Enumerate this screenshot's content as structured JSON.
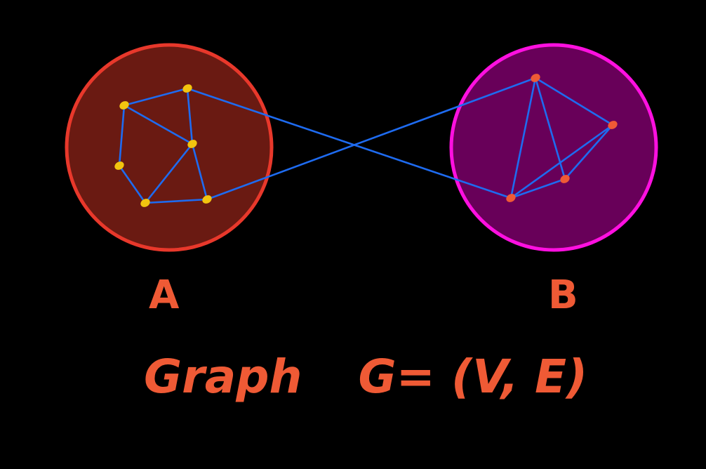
{
  "colors": {
    "background": "#000000",
    "set_a_fill": "#6a1a12",
    "set_a_stroke": "#e8382b",
    "set_b_fill": "#680059",
    "set_b_stroke": "#ff10e0",
    "edge": "#1e6bf0",
    "vertex_a": "#f2c40f",
    "vertex_b": "#ef5a35",
    "text": "#ef5a35"
  },
  "labels": {
    "set_a": "A",
    "set_b": "B",
    "caption_word": "Graph",
    "caption_formula": "G= (V, E)"
  },
  "diagram": {
    "sets": [
      {
        "id": "A",
        "vertices": [
          "a1",
          "a2",
          "a3",
          "a4",
          "a5",
          "a6"
        ]
      },
      {
        "id": "B",
        "vertices": [
          "b1",
          "b2",
          "b3",
          "b4"
        ]
      }
    ],
    "edges": [
      [
        "a1",
        "a2"
      ],
      [
        "a2",
        "a3"
      ],
      [
        "a1",
        "a3"
      ],
      [
        "a1",
        "a4"
      ],
      [
        "a4",
        "a5"
      ],
      [
        "a5",
        "a3"
      ],
      [
        "a3",
        "a6"
      ],
      [
        "a5",
        "a6"
      ],
      [
        "b1",
        "b2"
      ],
      [
        "b1",
        "b3"
      ],
      [
        "b1",
        "b4"
      ],
      [
        "b2",
        "b3"
      ],
      [
        "b2",
        "b4"
      ],
      [
        "b3",
        "b4"
      ],
      [
        "a2",
        "b4"
      ],
      [
        "a6",
        "b1"
      ]
    ]
  }
}
